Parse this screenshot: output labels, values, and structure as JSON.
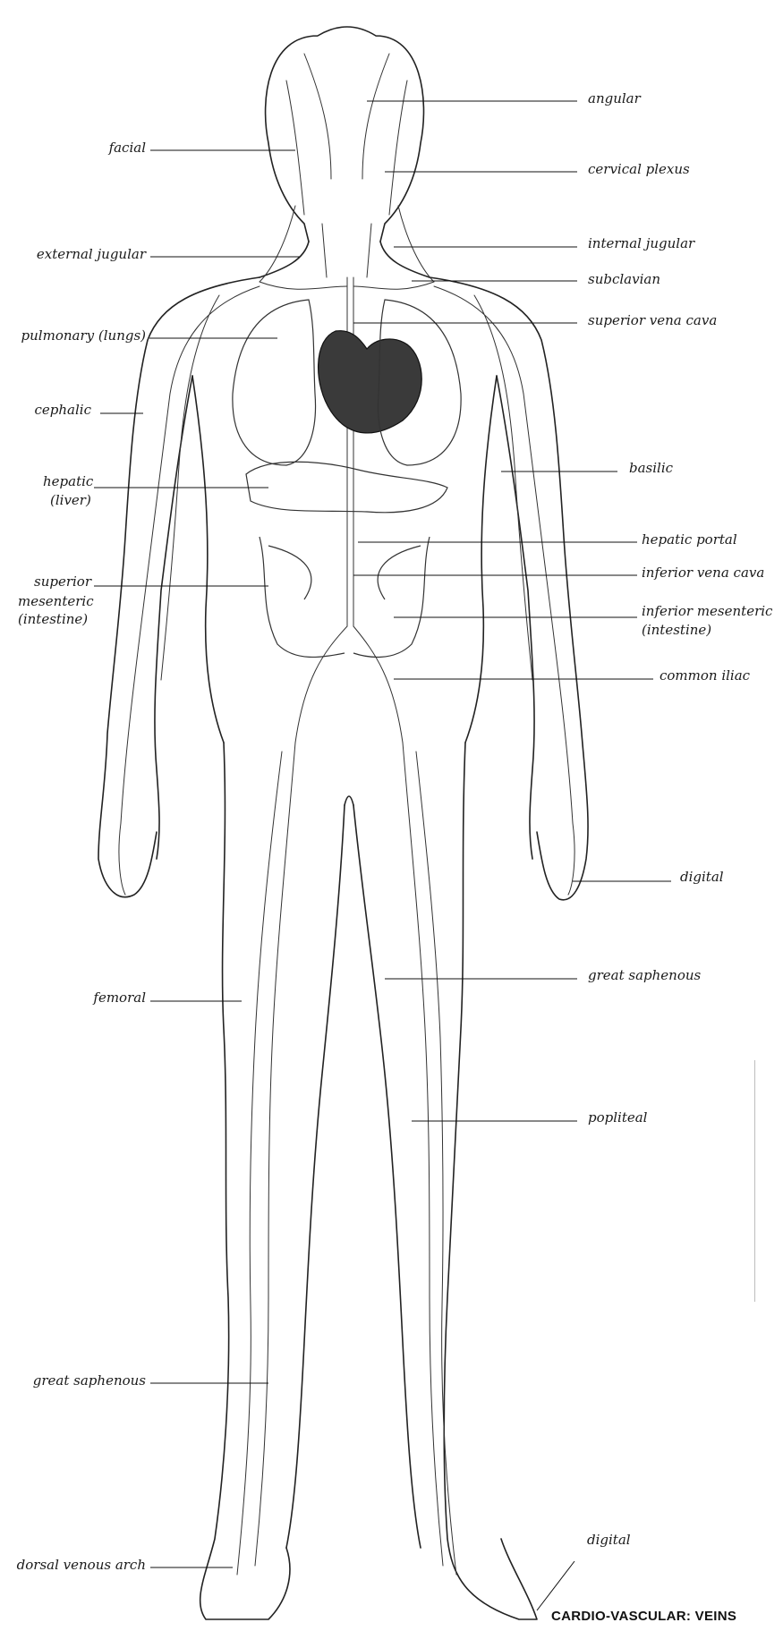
{
  "diagram": {
    "footer_title": "CARDIO-VASCULAR: VEINS",
    "labels": {
      "angular": "angular",
      "facial": "facial",
      "cervical_plexus": "cervical plexus",
      "external_jugular": "external jugular",
      "internal_jugular": "internal jugular",
      "subclavian": "subclavian",
      "pulmonary": "pulmonary (lungs)",
      "superior_vena_cava": "superior vena cava",
      "cephalic": "cephalic",
      "basilic": "basilic",
      "hepatic": "hepatic",
      "hepatic_sub": "(liver)",
      "hepatic_portal": "hepatic portal",
      "superior_mesenteric": "superior",
      "superior_mesenteric_2": "mesenteric",
      "superior_mesenteric_3": "(intestine)",
      "inferior_vena_cava": "inferior vena cava",
      "inferior_mesenteric": "inferior mesenteric",
      "inferior_mesenteric_sub": "(intestine)",
      "common_iliac": "common iliac",
      "digital_hand": "digital",
      "great_saphenous_upper": "great saphenous",
      "femoral": "femoral",
      "popliteal": "popliteal",
      "great_saphenous_lower": "great saphenous",
      "dorsal_venous_arch": "dorsal venous arch",
      "digital_foot": "digital"
    }
  }
}
